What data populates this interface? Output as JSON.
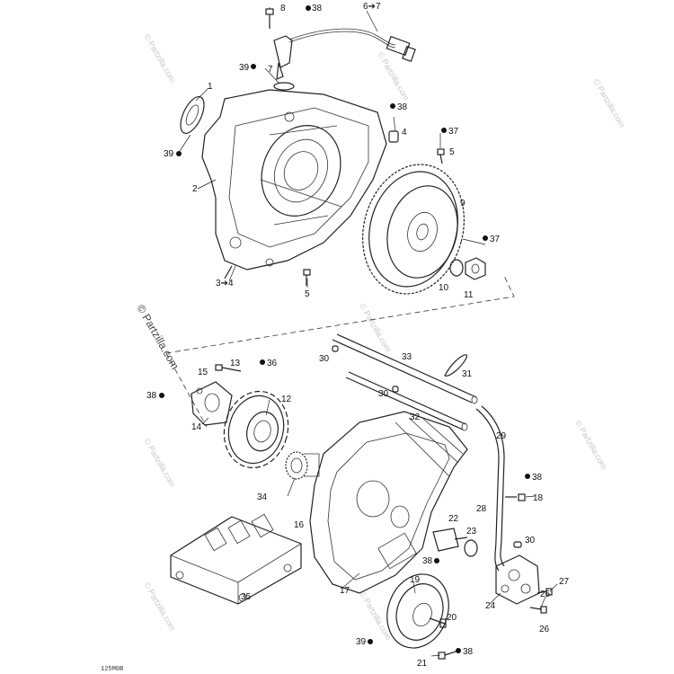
{
  "diagram": {
    "watermark_main": "© Partzilla.com",
    "watermark_faint": "© Partzilla.com",
    "figure_code": "125M0B",
    "sealant_icon": "drop-icon",
    "callouts": {
      "c8": "8",
      "c6to7": "6➔7",
      "c39_top": "39",
      "c7": "7",
      "c38_top": "38",
      "c1": "1",
      "c39_left": "39",
      "c2": "2",
      "c38_mid": "38",
      "c4": "4",
      "c37_a": "37",
      "c5_a": "5",
      "c9": "9",
      "c37_b": "37",
      "c10": "10",
      "c11": "11",
      "c3to4": "3➔4",
      "c5_b": "5",
      "c30_a": "30",
      "c33": "33",
      "c31": "31",
      "c13": "13",
      "c36": "36",
      "c15": "15",
      "c30_b": "30",
      "c38_left": "38",
      "c12": "12",
      "c32": "32",
      "c14": "14",
      "c29": "29",
      "c34": "34",
      "c38_right": "38",
      "c18": "18",
      "c16": "16",
      "c28": "28",
      "c22": "22",
      "c30_c": "30",
      "c23": "23",
      "c38_low": "38",
      "c27": "27",
      "c25": "25",
      "c17": "17",
      "c19": "19",
      "c24": "24",
      "c35": "35",
      "c26": "26",
      "c20": "20",
      "c39_bottom": "39",
      "c38_bottom": "38",
      "c21": "21"
    }
  }
}
